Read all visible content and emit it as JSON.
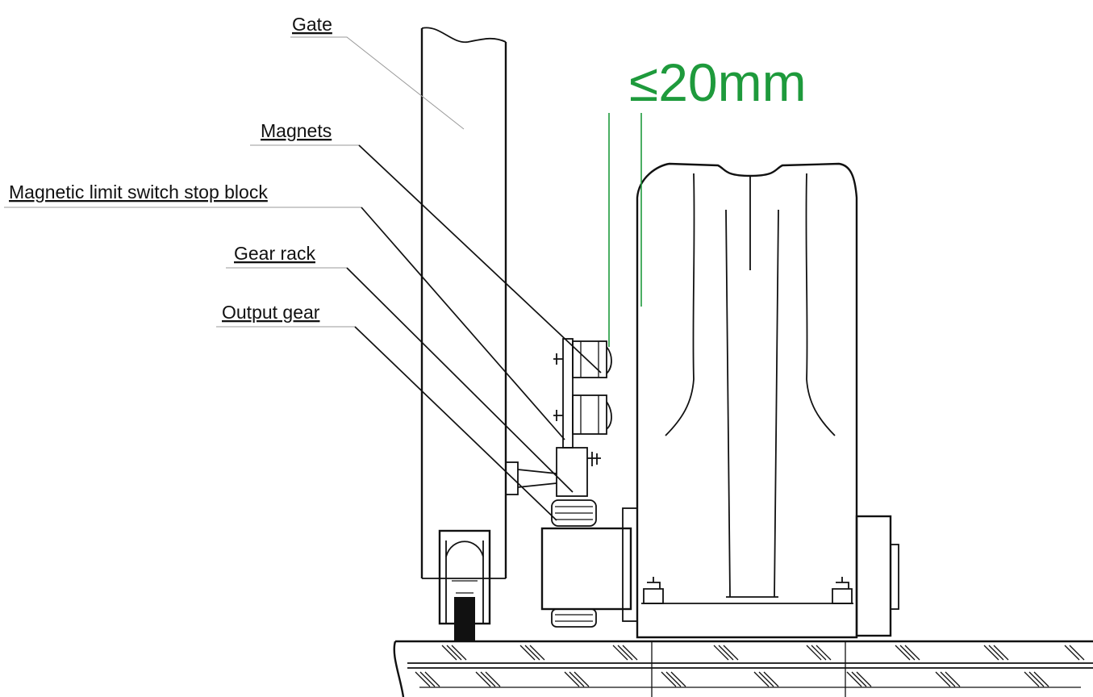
{
  "labels": {
    "gate": "Gate",
    "magnets": "Magnets",
    "stop_block": "Magnetic limit switch stop block",
    "gear_rack": "Gear rack",
    "output_gear": "Output gear"
  },
  "dimension": {
    "text": "≤20mm"
  },
  "colors": {
    "dimension": "#1e9a3c",
    "line": "#111111"
  }
}
